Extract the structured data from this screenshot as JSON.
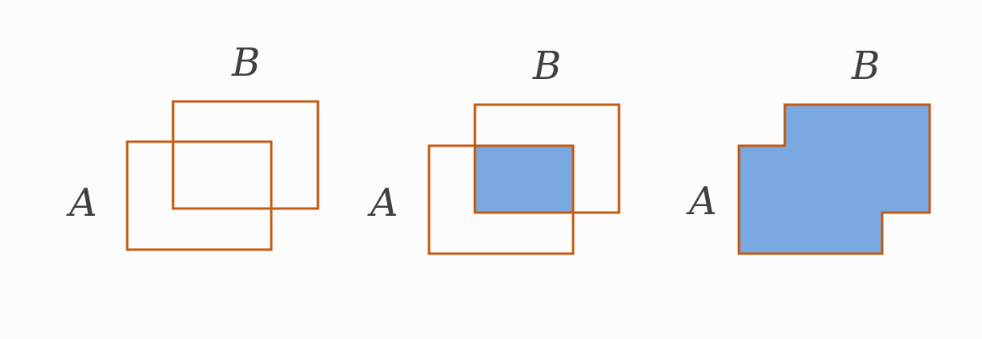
{
  "panels": [
    {
      "id": "rectangles",
      "label_a": "A",
      "label_b": "B",
      "shaded": "none"
    },
    {
      "id": "intersection",
      "label_a": "A",
      "label_b": "B",
      "shaded": "intersection"
    },
    {
      "id": "union",
      "label_a": "A",
      "label_b": "B",
      "shaded": "union"
    }
  ],
  "colors": {
    "outline": "#c55a11",
    "fill": "#7aa8e0",
    "text": "#404040",
    "background": "#fcfcfc"
  }
}
